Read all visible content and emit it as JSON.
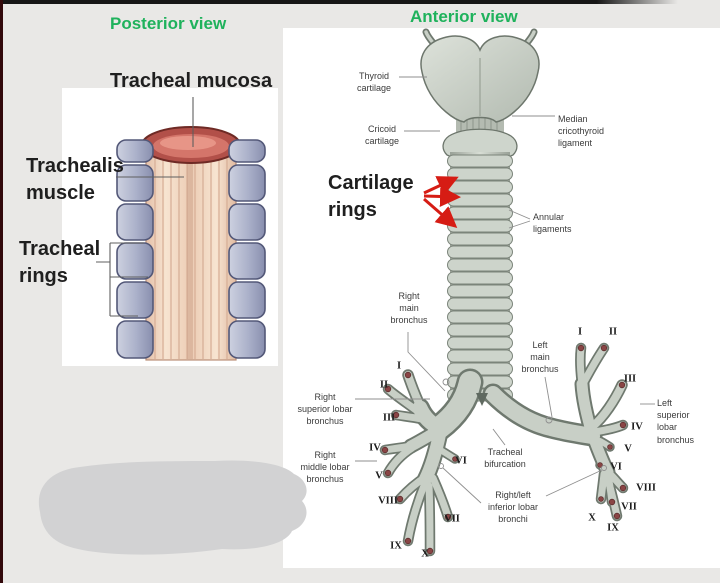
{
  "colors": {
    "background": "#e9e8e6",
    "panel": "#ffffff",
    "title_green": "#1fb25c",
    "arrow_red": "#d61c14",
    "top_bar": "#161616",
    "left_strip": "#32090b",
    "blob": "#d2d2d3"
  },
  "posterior": {
    "title": "Posterior view",
    "labels": {
      "mucosa": "Tracheal mucosa",
      "muscle": "Trachealis\nmuscle",
      "rings": "Tracheal\nrings"
    }
  },
  "anterior": {
    "title": "Anterior view",
    "labels": {
      "thyroid": "Thyroid\ncartilage",
      "cricoid": "Cricoid\ncartilage",
      "median": "Median\ncricothyroid\nligament",
      "cartilage_rings": "Cartilage\nrings",
      "annular": "Annular\nligaments",
      "right_main": "Right\nmain\nbronchus",
      "left_main": "Left\nmain\nbronchus",
      "right_superior": "Right\nsuperior lobar\nbronchus",
      "right_middle": "Right\nmiddle lobar\nbronchus",
      "bifurcation": "Tracheal\nbifurcation",
      "inferior": "Right/left\ninferior lobar\nbronchi",
      "left_superior": "Left\nsuperior\nlobar\nbronchus"
    },
    "right_numerals": [
      "I",
      "II",
      "III",
      "IV",
      "V",
      "VI",
      "VII",
      "VIII",
      "IX",
      "X"
    ],
    "left_numerals": [
      "I",
      "II",
      "III",
      "IV",
      "V",
      "VI",
      "VII",
      "VIII",
      "IX",
      "X"
    ]
  }
}
